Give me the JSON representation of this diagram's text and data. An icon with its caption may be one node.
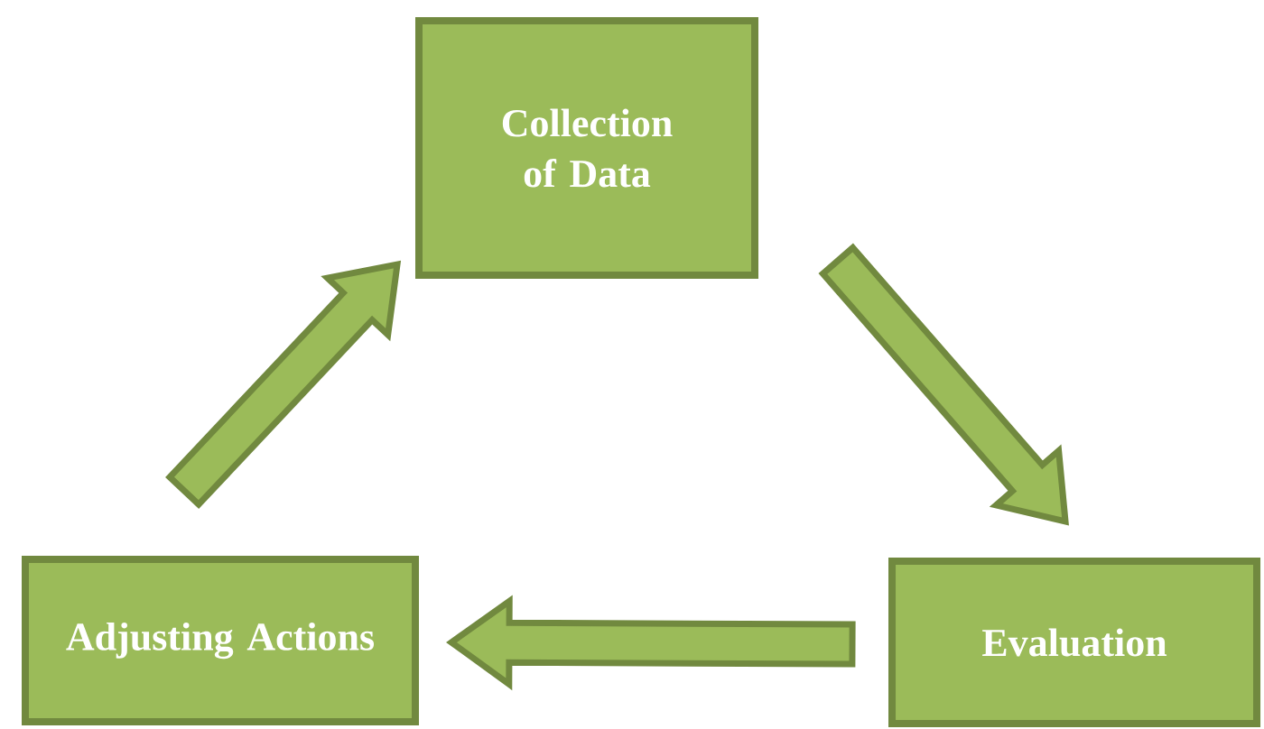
{
  "diagram": {
    "nodes": [
      {
        "text": [
          "Collection of Data"
        ]
      },
      {
        "text": [
          "Evaluation"
        ]
      },
      {
        "text": [
          "Adjusting Actions"
        ]
      }
    ],
    "edges": [
      {
        "from": 0,
        "to": 1,
        "arrow": "to"
      },
      {
        "from": 1,
        "to": 2,
        "arrow": "to"
      },
      {
        "from": 2,
        "to": 0,
        "arrow": "to"
      }
    ]
  }
}
